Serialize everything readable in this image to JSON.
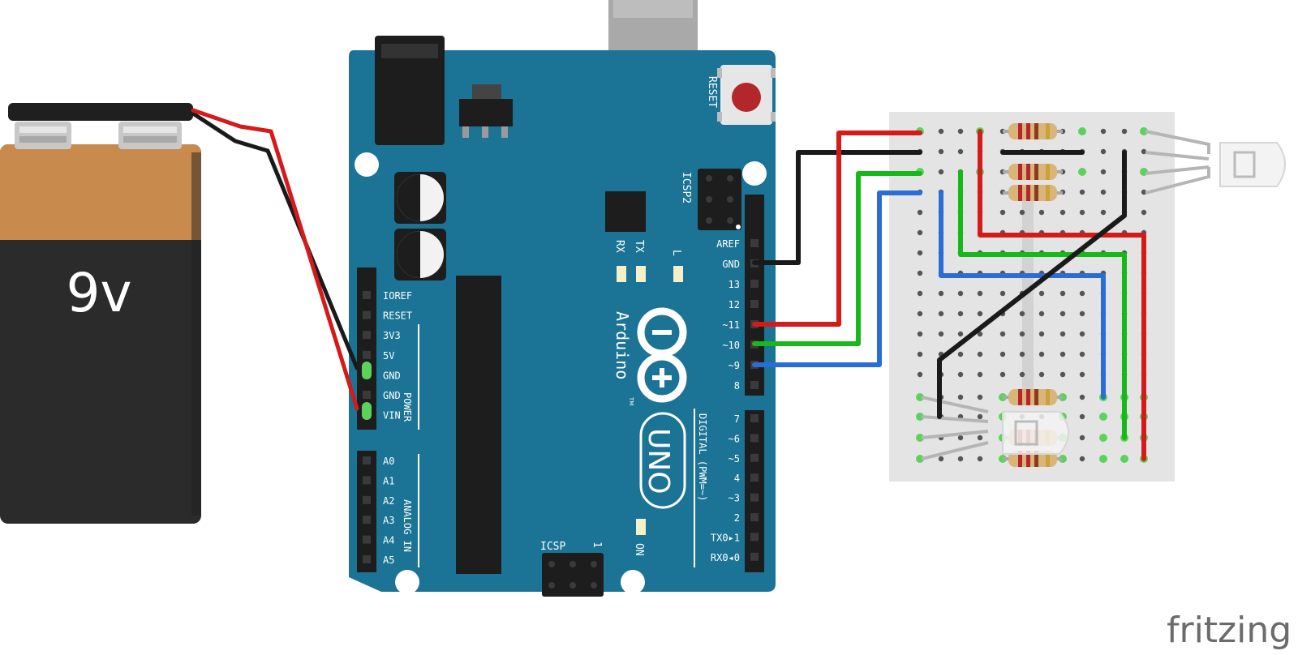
{
  "battery": {
    "label": "9v"
  },
  "arduino": {
    "reset_label": "RESET",
    "icsp2_label": "ICSP2",
    "icsp_label": "ICSP",
    "icsp_pin1": "1",
    "tx_label": "TX",
    "rx_label": "RX",
    "l_label": "L",
    "on_label": "ON",
    "brand": "Arduino",
    "trademark": "TM",
    "model": "UNO",
    "power_header_label": "POWER",
    "analog_header_label": "ANALOG IN",
    "digital_header_label": "DIGITAL (PWM=~)",
    "power_pins": [
      "IOREF",
      "RESET",
      "3V3",
      "5V",
      "GND",
      "GND",
      "VIN"
    ],
    "analog_pins": [
      "A0",
      "A1",
      "A2",
      "A3",
      "A4",
      "A5"
    ],
    "digital_top_pins": [
      "AREF",
      "GND",
      "13",
      "12",
      "~11",
      "~10",
      "~9",
      "8"
    ],
    "digital_bottom_pins": [
      "7",
      "~6",
      "~5",
      "4",
      "~3",
      "2",
      "TX0▸1",
      "RX0◂0"
    ]
  },
  "colors": {
    "board": "#1b7395",
    "board_dark": "#145c78",
    "battery_top": "#c98a4e",
    "battery_body": "#2b2b2b",
    "wire_red": "#d41a1a",
    "wire_black": "#1a1a1a",
    "wire_green": "#17b81a",
    "wire_blue": "#2a6dd4",
    "breadboard": "#e4e4e4"
  },
  "watermark": {
    "text": "fritzing"
  }
}
